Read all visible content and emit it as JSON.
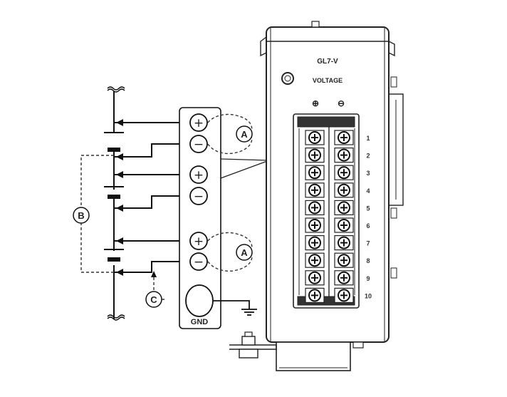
{
  "device": {
    "model": "GL7-V",
    "module": "VOLTAGE",
    "plus_symbol": "⊕",
    "minus_symbol": "⊖",
    "rows": [
      "1",
      "2",
      "3",
      "4",
      "5",
      "6",
      "7",
      "8",
      "9",
      "10"
    ]
  },
  "panel": {
    "terminals": [
      {
        "symbol": "+"
      },
      {
        "symbol": "−"
      },
      {
        "symbol": "+"
      },
      {
        "symbol": "−"
      },
      {
        "symbol": "+"
      },
      {
        "symbol": "−"
      }
    ],
    "gnd_label": "GND"
  },
  "callouts": {
    "a_top": "A",
    "a_bottom": "A",
    "b": "B",
    "c": "C"
  }
}
